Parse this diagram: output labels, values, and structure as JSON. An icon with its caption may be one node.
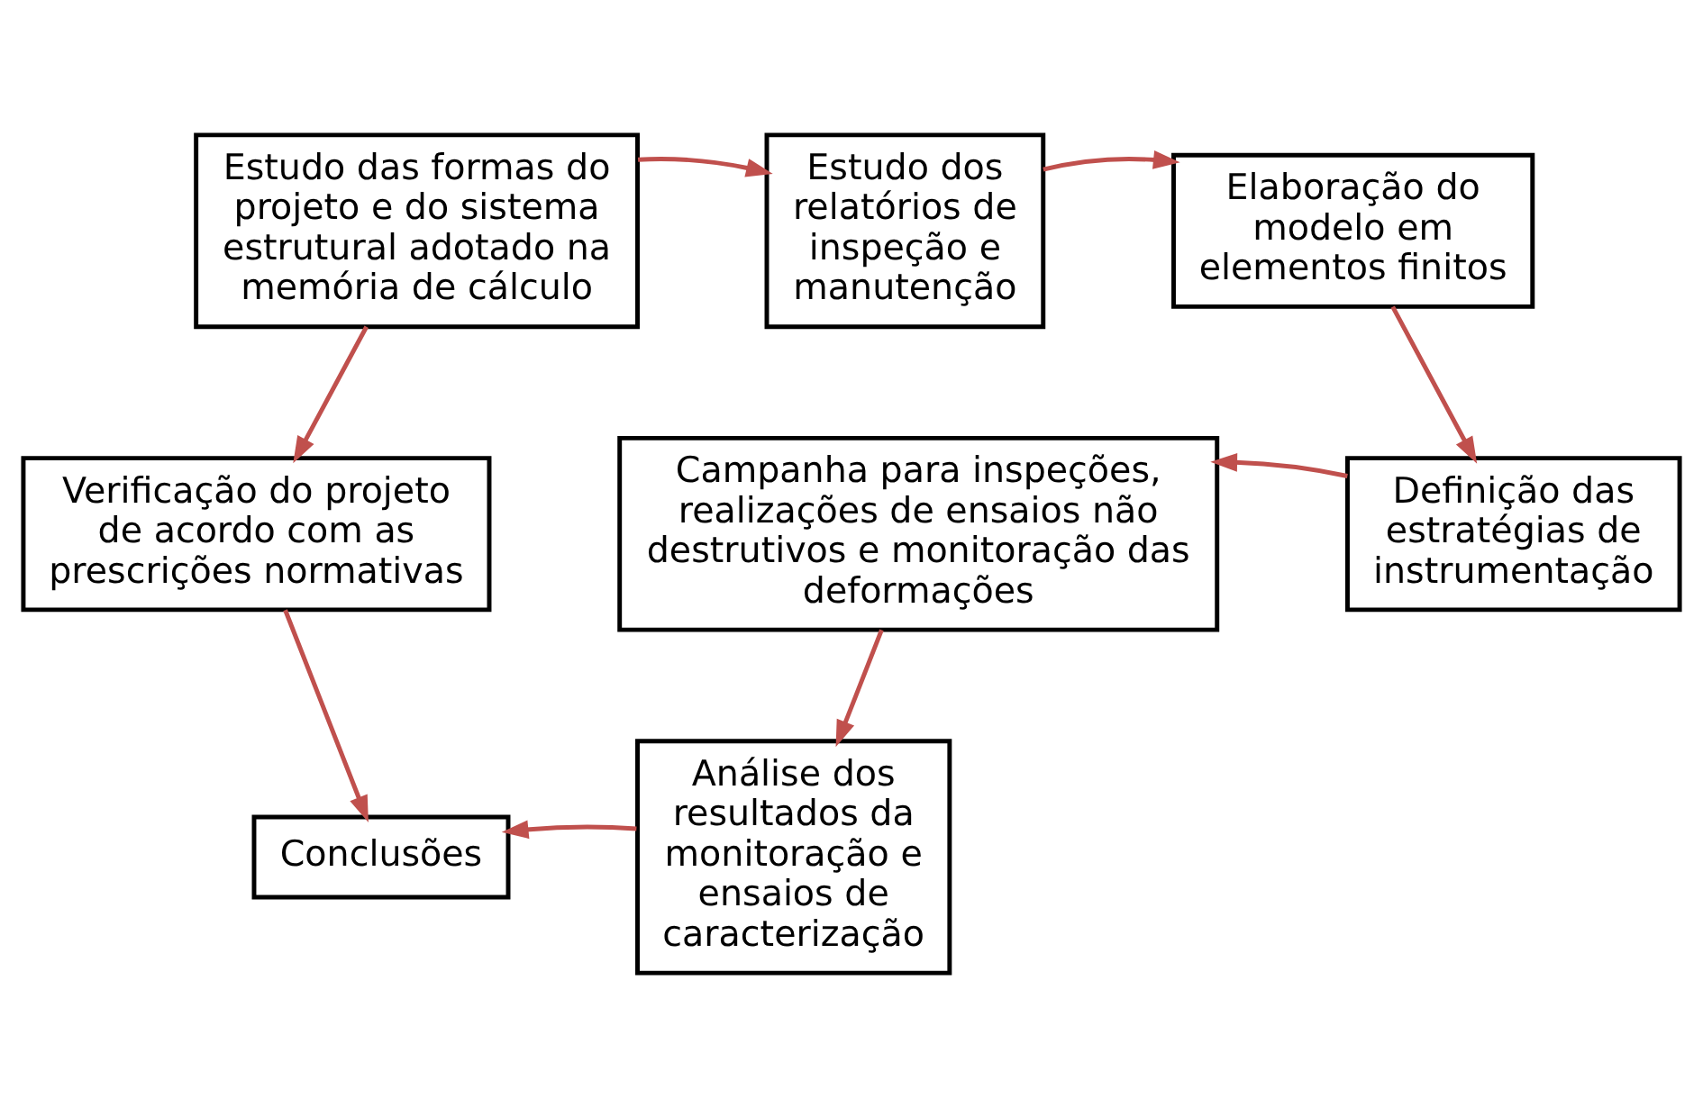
{
  "diagram": {
    "nodes": [
      {
        "text": [
          "Estudo das formas do projeto e do sistema estrutural adotado na memória de cálculo"
        ]
      },
      {
        "text": [
          "Estudo dos relatórios de inspeção e manutenção"
        ]
      },
      {
        "text": [
          "Elaboração do modelo em elementos finitos"
        ]
      },
      {
        "text": [
          "Verificação do projeto de acordo com as prescrições normativas"
        ]
      },
      {
        "text": [
          "Campanha para inspeções, realizações de ensaios não destrutivos e monitoração das deformações"
        ]
      },
      {
        "text": [
          "Definição das estratégias de instrumentação"
        ]
      },
      {
        "text": [
          "Conclusões"
        ]
      },
      {
        "text": [
          "Análise dos resultados da monitoração e ensaios de caracterização"
        ]
      }
    ],
    "edges": [
      {
        "from": 0,
        "to": 1,
        "arrow": "to"
      },
      {
        "from": 1,
        "to": 2,
        "arrow": "to"
      },
      {
        "from": 0,
        "to": 3,
        "arrow": "to"
      },
      {
        "from": 2,
        "to": 5,
        "arrow": "to"
      },
      {
        "from": 5,
        "to": 4,
        "arrow": "to"
      },
      {
        "from": 3,
        "to": 6,
        "arrow": "to"
      },
      {
        "from": 4,
        "to": 7,
        "arrow": "to"
      },
      {
        "from": 7,
        "to": 6,
        "arrow": "to"
      }
    ]
  }
}
